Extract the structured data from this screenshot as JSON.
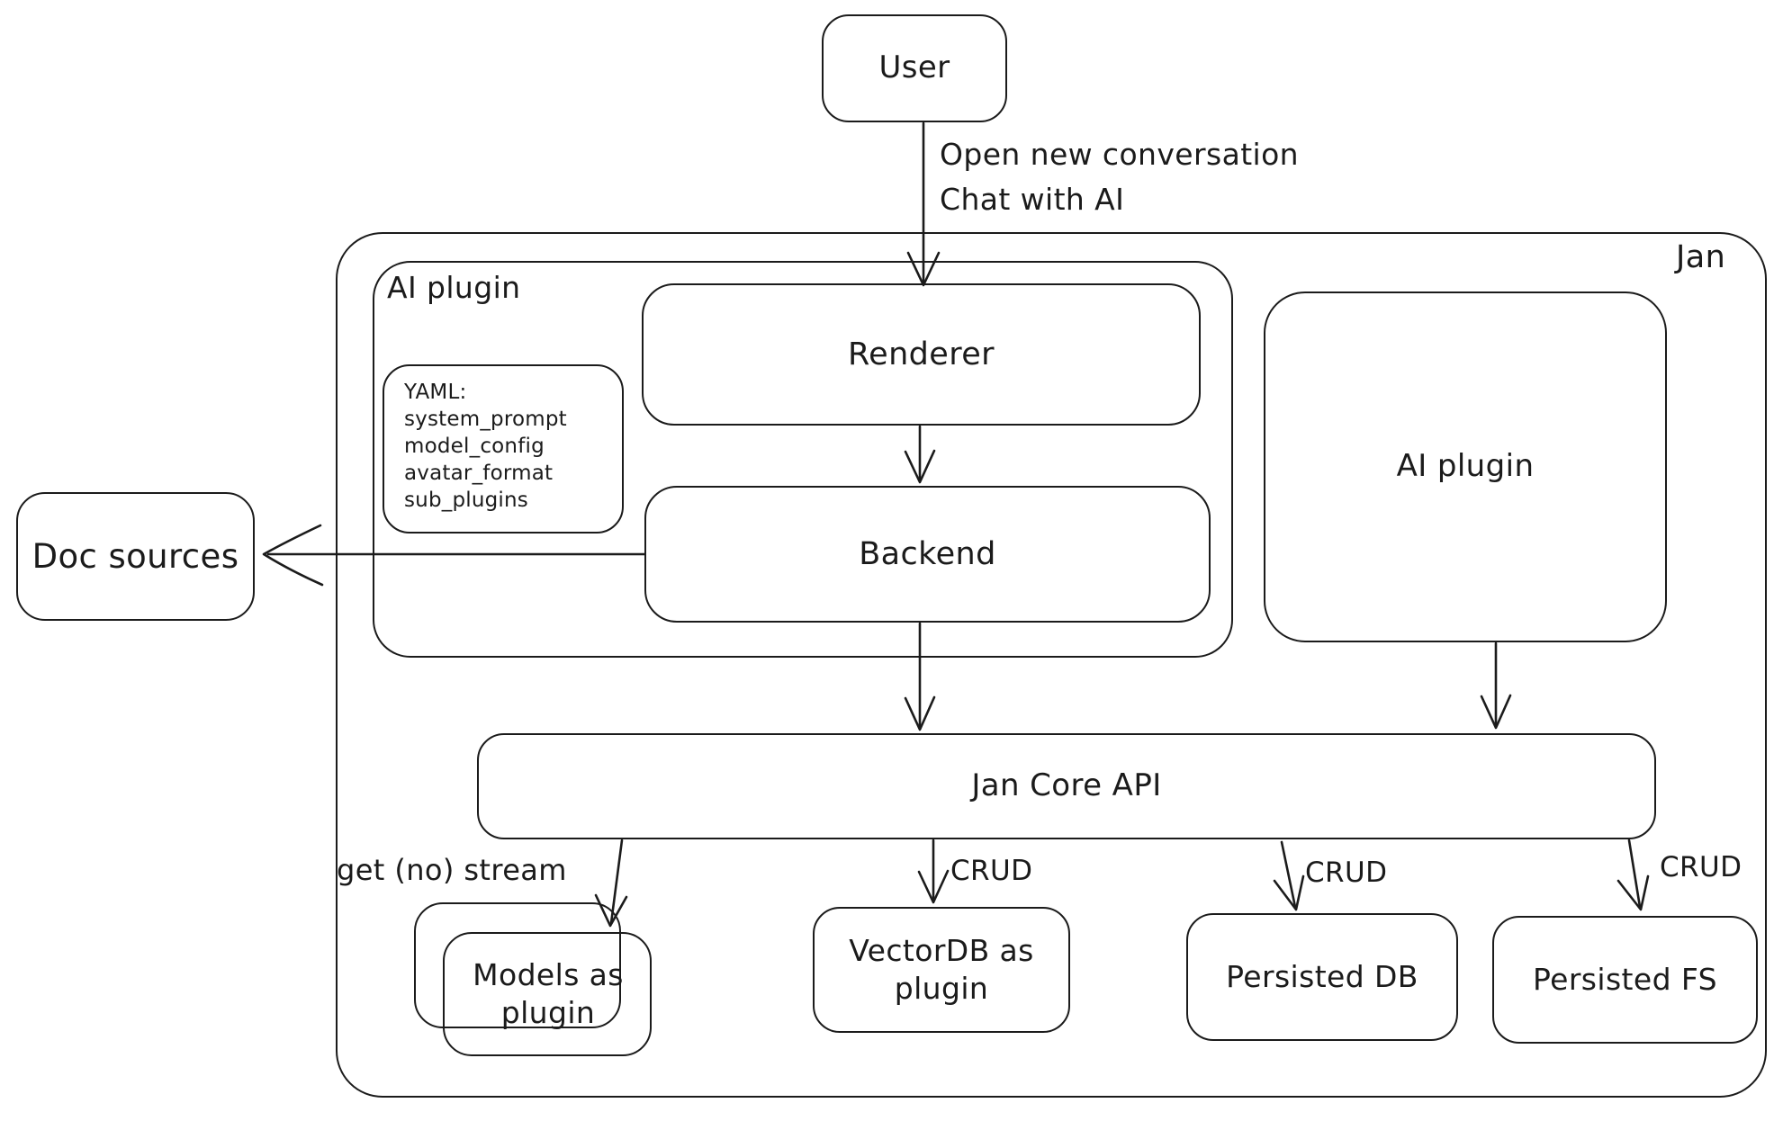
{
  "diagram": {
    "user": {
      "label": "User"
    },
    "user_arrow": {
      "label_line1": "Open new conversation",
      "label_line2": "Chat with AI"
    },
    "jan": {
      "label": "Jan"
    },
    "ai_plugin_container": {
      "label": "AI plugin"
    },
    "yaml_note": {
      "lines": [
        "YAML:",
        "system_prompt",
        "model_config",
        "avatar_format",
        "sub_plugins"
      ]
    },
    "renderer": {
      "label": "Renderer"
    },
    "backend": {
      "label": "Backend"
    },
    "doc_sources": {
      "label": "Doc sources"
    },
    "ai_plugin_right": {
      "label": "AI plugin"
    },
    "jan_core_api": {
      "label": "Jan Core API"
    },
    "models": {
      "label": "Models as plugin"
    },
    "vectordb": {
      "label": "VectorDB as plugin"
    },
    "persisted_db": {
      "label": "Persisted DB"
    },
    "persisted_fs": {
      "label": "Persisted FS"
    },
    "edge_labels": {
      "models": "get (no) stream",
      "vectordb": "CRUD",
      "persisted_db": "CRUD",
      "persisted_fs": "CRUD"
    }
  },
  "colors": {
    "stroke": "#1b1b1b",
    "background": "#ffffff"
  }
}
